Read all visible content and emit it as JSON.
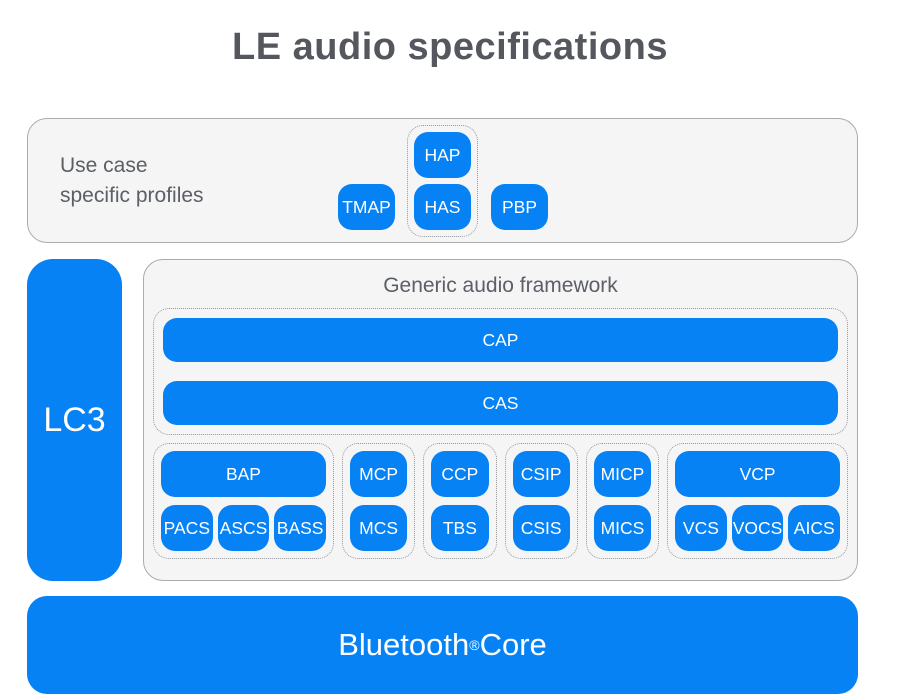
{
  "title": "LE audio specifications",
  "colors": {
    "accent_blue": "#0682f5",
    "panel_fill": "#f5f5f6",
    "panel_border": "#a9abaf",
    "dotted_border": "#94979c",
    "title_text": "#54575d",
    "label_text": "#5b5f66"
  },
  "use_case": {
    "label_line1": "Use case",
    "label_line2": "specific profiles",
    "tmap": "TMAP",
    "hap": "HAP",
    "has": "HAS",
    "pbp": "PBP"
  },
  "lc3": {
    "label": "LC3"
  },
  "framework": {
    "title": "Generic audio framework",
    "cap": "CAP",
    "cas": "CAS",
    "groups": [
      {
        "top": "BAP",
        "bottom": [
          "PACS",
          "ASCS",
          "BASS"
        ]
      },
      {
        "top": "MCP",
        "bottom": [
          "MCS"
        ]
      },
      {
        "top": "CCP",
        "bottom": [
          "TBS"
        ]
      },
      {
        "top": "CSIP",
        "bottom": [
          "CSIS"
        ]
      },
      {
        "top": "MICP",
        "bottom": [
          "MICS"
        ]
      },
      {
        "top": "VCP",
        "bottom": [
          "VCS",
          "VOCS",
          "AICS"
        ]
      }
    ]
  },
  "core": {
    "name": "Bluetooth",
    "registered": "®",
    "suffix": " Core"
  }
}
